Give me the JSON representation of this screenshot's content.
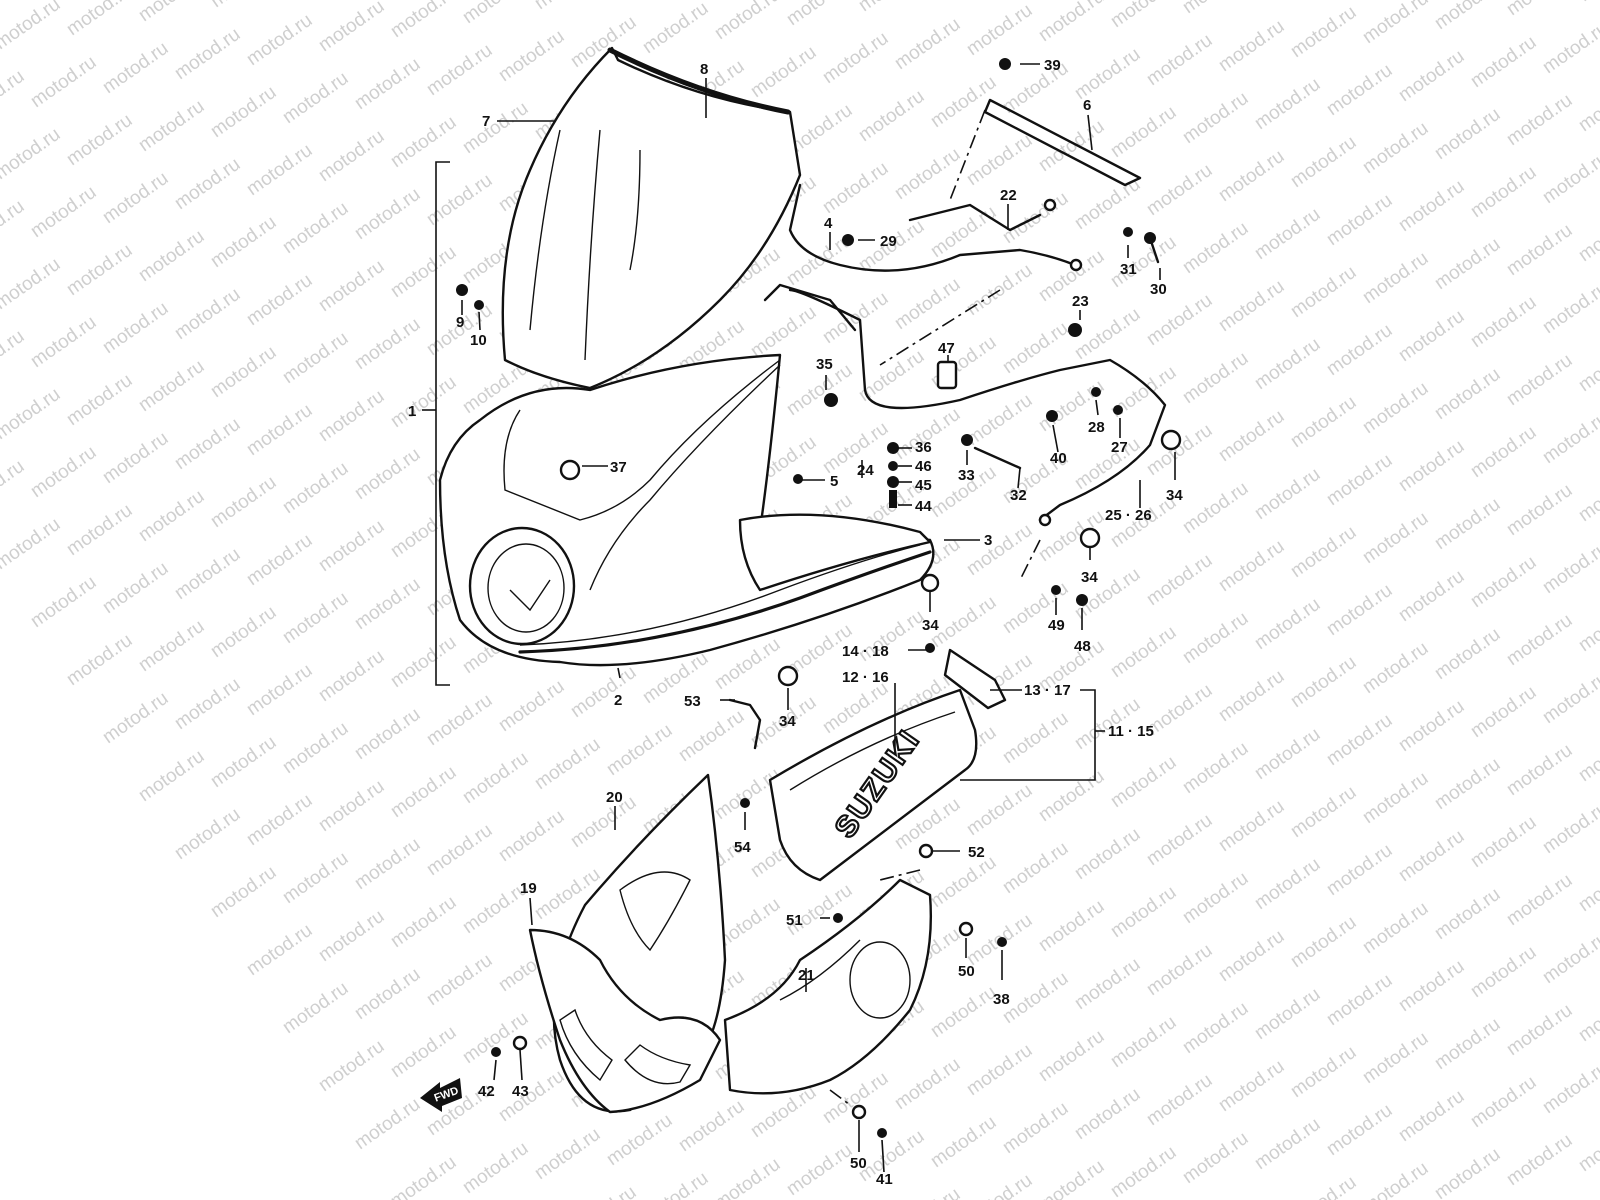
{
  "watermark": {
    "text": "motod.ru"
  },
  "brand_text": "SUZUKI",
  "direction_marker": "FWD",
  "callouts": [
    {
      "id": "c1",
      "text": "1"
    },
    {
      "id": "c2",
      "text": "2"
    },
    {
      "id": "c3",
      "text": "3"
    },
    {
      "id": "c4",
      "text": "4"
    },
    {
      "id": "c5",
      "text": "5"
    },
    {
      "id": "c6",
      "text": "6"
    },
    {
      "id": "c7",
      "text": "7"
    },
    {
      "id": "c8",
      "text": "8"
    },
    {
      "id": "c9",
      "text": "9"
    },
    {
      "id": "c10",
      "text": "10"
    },
    {
      "id": "c11",
      "text": "11 · 15"
    },
    {
      "id": "c12",
      "text": "12 · 16"
    },
    {
      "id": "c13",
      "text": "13 · 17"
    },
    {
      "id": "c14",
      "text": "14 · 18"
    },
    {
      "id": "c19",
      "text": "19"
    },
    {
      "id": "c20",
      "text": "20"
    },
    {
      "id": "c21",
      "text": "21"
    },
    {
      "id": "c22",
      "text": "22"
    },
    {
      "id": "c23",
      "text": "23"
    },
    {
      "id": "c24",
      "text": "24"
    },
    {
      "id": "c25",
      "text": "25 · 26"
    },
    {
      "id": "c27",
      "text": "27"
    },
    {
      "id": "c28",
      "text": "28"
    },
    {
      "id": "c29",
      "text": "29"
    },
    {
      "id": "c30",
      "text": "30"
    },
    {
      "id": "c31",
      "text": "31"
    },
    {
      "id": "c32",
      "text": "32"
    },
    {
      "id": "c33",
      "text": "33"
    },
    {
      "id": "c34a",
      "text": "34"
    },
    {
      "id": "c34b",
      "text": "34"
    },
    {
      "id": "c34c",
      "text": "34"
    },
    {
      "id": "c34d",
      "text": "34"
    },
    {
      "id": "c35",
      "text": "35"
    },
    {
      "id": "c36",
      "text": "36"
    },
    {
      "id": "c37",
      "text": "37"
    },
    {
      "id": "c38",
      "text": "38"
    },
    {
      "id": "c39",
      "text": "39"
    },
    {
      "id": "c40",
      "text": "40"
    },
    {
      "id": "c41",
      "text": "41"
    },
    {
      "id": "c42",
      "text": "42"
    },
    {
      "id": "c43",
      "text": "43"
    },
    {
      "id": "c44",
      "text": "44"
    },
    {
      "id": "c45",
      "text": "45"
    },
    {
      "id": "c46",
      "text": "46"
    },
    {
      "id": "c47",
      "text": "47"
    },
    {
      "id": "c48",
      "text": "48"
    },
    {
      "id": "c49",
      "text": "49"
    },
    {
      "id": "c50a",
      "text": "50"
    },
    {
      "id": "c50b",
      "text": "50"
    },
    {
      "id": "c51",
      "text": "51"
    },
    {
      "id": "c52",
      "text": "52"
    },
    {
      "id": "c53",
      "text": "53"
    },
    {
      "id": "c54",
      "text": "54"
    }
  ]
}
